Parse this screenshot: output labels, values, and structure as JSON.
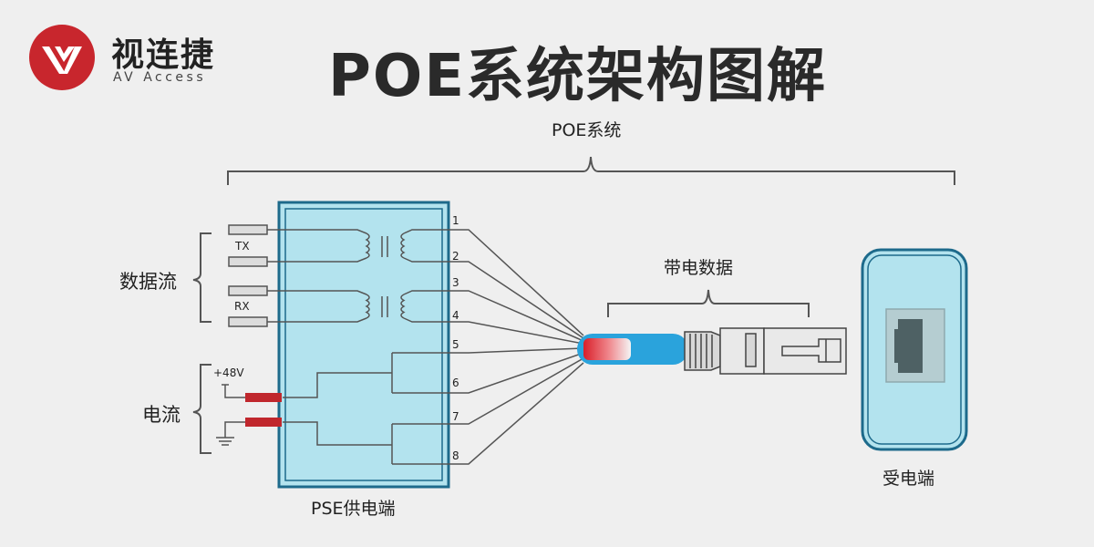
{
  "brand": {
    "name": "视连捷",
    "subtitle": "AV Access",
    "color": "#c8262d"
  },
  "title": "POE系统架构图解",
  "labels": {
    "system": "POE系统",
    "data_stream": "数据流",
    "current": "电流",
    "tx": "TX",
    "rx": "RX",
    "voltage": "+48V",
    "powered_data": "带电数据",
    "pse": "PSE供电端",
    "pd": "受电端"
  },
  "pins": [
    "1",
    "2",
    "3",
    "4",
    "5",
    "6",
    "7",
    "8"
  ],
  "colors": {
    "box_fill": "#b3e3ee",
    "box_border": "#1d6a8b",
    "cable": "#2aa3dc",
    "power_connector": "#c0272d"
  }
}
